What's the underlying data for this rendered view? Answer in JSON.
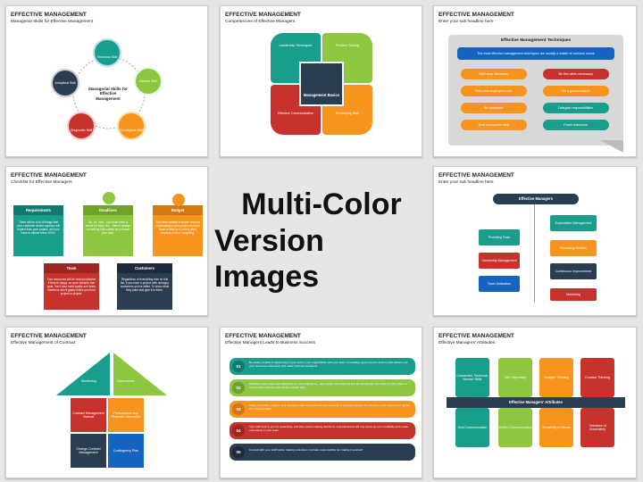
{
  "center": {
    "line1": "Multi-Color",
    "line2": "Version Images"
  },
  "colors": {
    "teal": "#1a9e8c",
    "green": "#8dc63f",
    "orange": "#f7941d",
    "red": "#c8322c",
    "navy": "#2b3d51",
    "blue": "#1565c0",
    "grey": "#707070"
  },
  "s1": {
    "title": "EFFECTIVE MANAGEMENT",
    "subtitle": "Managerial Skills for Effective Management",
    "center": "Managerial Skills for Effective Management",
    "skills": [
      "Technical Skill",
      "Human Skill",
      "Conceptual Skill",
      "Diagnostic Skill",
      "Analytical Skill"
    ]
  },
  "s2": {
    "title": "EFFECTIVE MANAGEMENT",
    "subtitle": "Competencies of Effective Managers",
    "center": "Management Basics",
    "quads": [
      "Leadership Techniques",
      "Problem Solving",
      "Effective Communication",
      "Developing Staff"
    ]
  },
  "s3": {
    "title": "EFFECTIVE MANAGEMENT",
    "subtitle": "Enter your sub headline here",
    "header": "Effective Management Techniques",
    "banner": "The most effective management techniques are usually a matter of common sense",
    "left": [
      "Give clear directions.",
      "Train new employees well.",
      "Be consistent.",
      "Treat employees fairly."
    ],
    "right": [
      "Be firm when necessary.",
      "Set a good example.",
      "Delegate responsibilities.",
      "Foster teamwork."
    ]
  },
  "s4": {
    "title": "EFFECTIVE MANAGEMENT",
    "subtitle": "Checklist for Effective Managers",
    "top": [
      {
        "head": "Requirements",
        "body": "There will be a lot of things that your customer and/or sponsor will expect from your project, and you have to deliver them 100%."
      },
      {
        "head": "Deadlines",
        "body": "No, no, how... you must think, it would be easy, but... there's always something that comes up to thwart your plan."
      },
      {
        "head": "Budget",
        "body": "You have created a certain amount of spending to your project and you have to stick to it, which often requires a lot of budgeting."
      }
    ],
    "bottom": [
      {
        "head": "Team",
        "body": "Your resources will be most productive if they're happy, so work towards that goal. You'll also build loyalty and team members who'll gladly follow you from project to project."
      },
      {
        "head": "Customers",
        "body": "Regardless of everything else on this list, if you have a project with unhappy customers you've failed. To know what they want and give it to them."
      }
    ]
  },
  "s5": {
    "title": "EFFECTIVE MANAGEMENT",
    "subtitle": "Enter your sub headline here",
    "header": "Effective Managers",
    "left": [
      "Providing Tools",
      "Ownership Management",
      "Team Motivation"
    ],
    "right": [
      "Expectation Management",
      "Removing Hurdles",
      "Continuous Improvement",
      "Mentoring"
    ]
  },
  "s6": {
    "title": "EFFECTIVE MANAGEMENT",
    "subtitle": "Effective Management of Contract",
    "roof": [
      "Monitoring",
      "Governance"
    ],
    "cells": [
      "Contract Management Manual",
      "Performance and Financial Information",
      "Change Contract Management",
      "Contingency Plan"
    ]
  },
  "s7": {
    "title": "EFFECTIVE MANAGEMENT",
    "subtitle": "Effective Managers Leads to Business Success",
    "rows": [
      {
        "num": "01",
        "text": "Be aware of what is happening in your sector, your organization and your team. Knowledge gives you the tools to plan ahead, use your resources effectively and make informed decisions."
      },
      {
        "num": "02",
        "text": "Establish clear goals and objectives for your employees - and explain how these fit into an overall plan. Be ready to offer praise or constructive changes and always explain why."
      },
      {
        "num": "03",
        "text": "Make sure tasks, projects and meetings have a purpose and all resources is devoted towards the direction of the outcome in tightly-knit, focused team."
      },
      {
        "num": "04",
        "text": "Your staff look to you for leadership, and that means making decisions. Indecisiveness will only show up your credibility and create uncertainty in your team."
      },
      {
        "num": "05",
        "text": "Consult with your staff before making a decision, but take responsibility for making it yourself."
      }
    ]
  },
  "s8": {
    "title": "EFFECTIVE MANAGEMENT",
    "subtitle": "Effective Managers' Attributes",
    "band": "Effective Managers' Attributes",
    "top": [
      "Connected, Technical, Human Skills",
      "Self Objectivity",
      "Analytic Thinking",
      "Creative Thinking"
    ],
    "bottom": [
      "Oral Communication",
      "Written Communication",
      "Sensitivity to Needs",
      "Tolerance of Uncertainty"
    ]
  }
}
